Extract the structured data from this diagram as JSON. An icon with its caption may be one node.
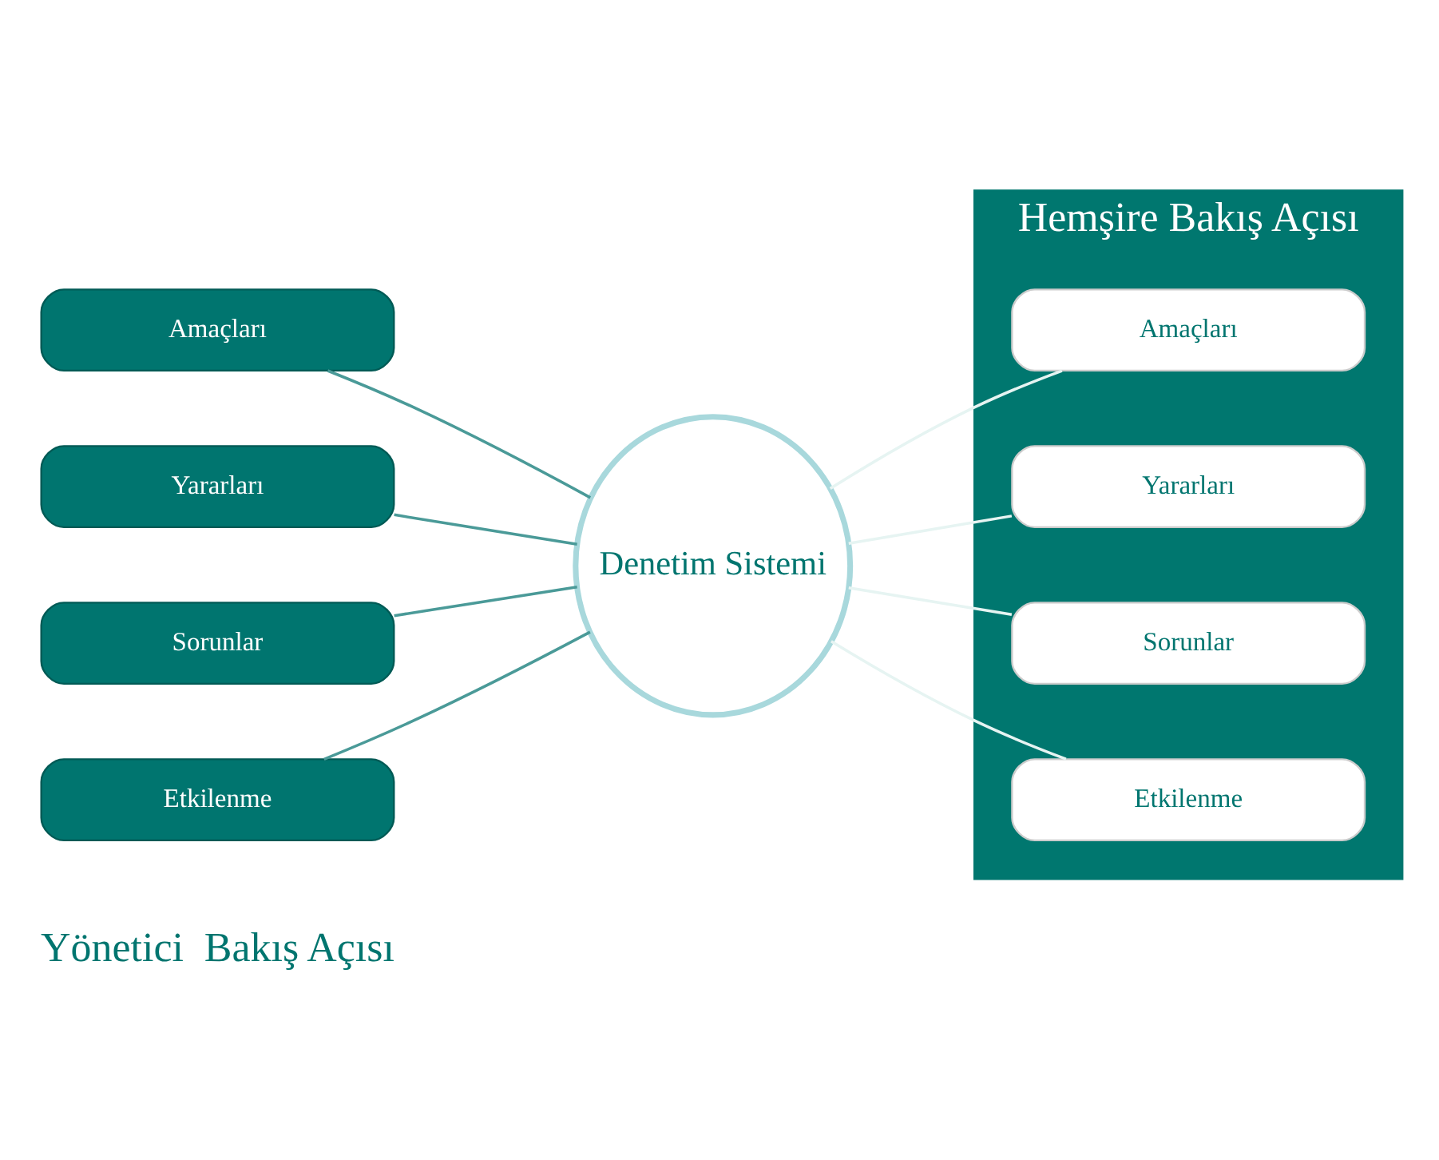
{
  "diagram": {
    "nodes": [
      {
        "text": [
          "Amaçları"
        ]
      },
      {
        "text": [
          "Yararları"
        ]
      },
      {
        "text": [
          "Sorunlar"
        ]
      },
      {
        "text": [
          "Etkilenme"
        ]
      },
      {
        "text": [
          "Denetim Sistemi"
        ]
      },
      {
        "text": [
          "Hemşire Bakış Açısı"
        ]
      },
      {
        "text": [
          "Amaçları"
        ],
        "in": 5
      },
      {
        "text": [
          "Yararları"
        ],
        "in": 5
      },
      {
        "text": [
          "Sorunlar"
        ],
        "in": 5
      },
      {
        "text": [
          "Etkilenme"
        ],
        "in": 5
      }
    ],
    "edges": [
      {
        "from": 0,
        "to": 4,
        "arrow": "none"
      },
      {
        "from": 1,
        "to": 4,
        "arrow": "none"
      },
      {
        "from": 2,
        "to": 4,
        "arrow": "none"
      },
      {
        "from": 3,
        "to": 4,
        "arrow": "none"
      },
      {
        "from": 4,
        "to": 6,
        "arrow": "none",
        "color": "#e6f4f2"
      },
      {
        "from": 4,
        "to": 7,
        "arrow": "none",
        "color": "#e6f4f2"
      },
      {
        "from": 4,
        "to": 8,
        "arrow": "none",
        "color": "#e6f4f2"
      },
      {
        "from": 4,
        "to": 9,
        "arrow": "none",
        "color": "#e6f4f2"
      }
    ],
    "labels": [
      "Yönetici  Bakış Açısı"
    ]
  }
}
